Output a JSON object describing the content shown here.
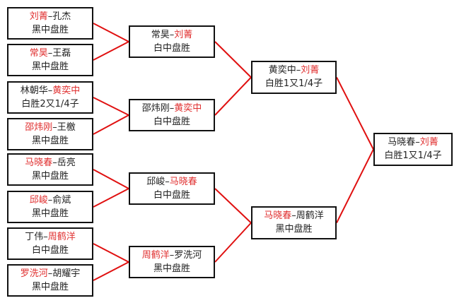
{
  "colors": {
    "line": "#e01010",
    "winner": "#e03030"
  },
  "rounds": [
    [
      {
        "a": "刘菁",
        "b": "孔杰",
        "winner": "a",
        "result": "黑中盘胜"
      },
      {
        "a": "常昊",
        "b": "王磊",
        "winner": "a",
        "result": "黑中盘胜"
      },
      {
        "a": "林朝华",
        "b": "黄奕中",
        "winner": "b",
        "result": "白胜2又1/4子"
      },
      {
        "a": "邵炜刚",
        "b": "王檄",
        "winner": "a",
        "result": "黑中盘胜"
      },
      {
        "a": "马晓春",
        "b": "岳亮",
        "winner": "a",
        "result": "黑中盘胜"
      },
      {
        "a": "邱峻",
        "b": "俞斌",
        "winner": "a",
        "result": "黑中盘胜"
      },
      {
        "a": "丁伟",
        "b": "周鹤洋",
        "winner": "b",
        "result": "白中盘胜"
      },
      {
        "a": "罗洗河",
        "b": "胡耀宇",
        "winner": "a",
        "result": "黑中盘胜"
      }
    ],
    [
      {
        "a": "常昊",
        "b": "刘菁",
        "winner": "b",
        "result": "白中盘胜"
      },
      {
        "a": "邵炜刚",
        "b": "黄奕中",
        "winner": "b",
        "result": "白中盘胜"
      },
      {
        "a": "邱峻",
        "b": "马晓春",
        "winner": "b",
        "result": "白中盘胜"
      },
      {
        "a": "周鹤洋",
        "b": "罗洗河",
        "winner": "a",
        "result": "黑中盘胜"
      }
    ],
    [
      {
        "a": "黄奕中",
        "b": "刘菁",
        "winner": "b",
        "result": "白胜1又1/4子"
      },
      {
        "a": "马晓春",
        "b": "周鹤洋",
        "winner": "a",
        "result": "黑中盘胜"
      }
    ],
    [
      {
        "a": "马晓春",
        "b": "刘菁",
        "winner": "b",
        "result": "白胜1又1/4子"
      }
    ]
  ],
  "separator": "–"
}
